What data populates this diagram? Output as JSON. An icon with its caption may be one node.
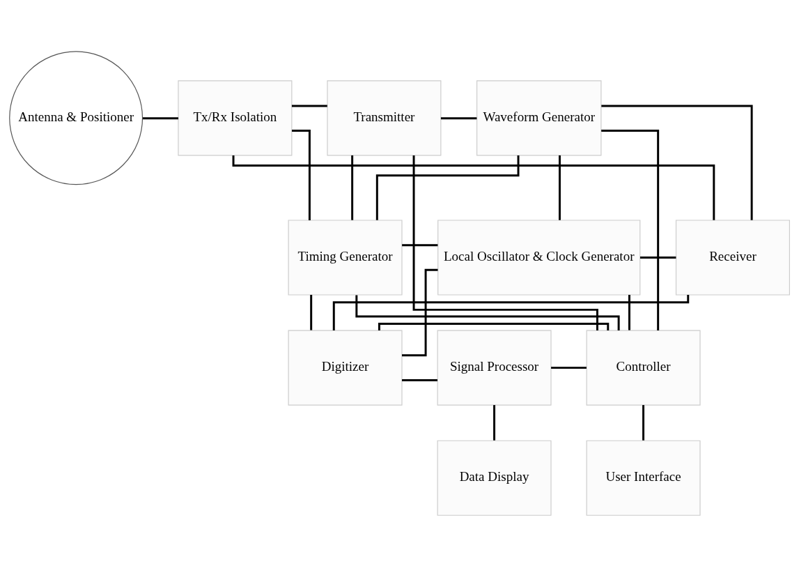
{
  "diagram": {
    "nodes": [
      {
        "text": [
          "Antenna & Positioner"
        ]
      },
      {
        "text": [
          "Tx/Rx Isolation"
        ]
      },
      {
        "text": [
          "Transmitter"
        ]
      },
      {
        "text": [
          "Waveform Generator"
        ]
      },
      {
        "text": [
          "Receiver"
        ]
      },
      {
        "text": [
          "Timing Generator"
        ]
      },
      {
        "text": [
          "Local Oscillator & Clock Generator"
        ]
      },
      {
        "text": [
          "Digitizer"
        ]
      },
      {
        "text": [
          "Signal Processor"
        ]
      },
      {
        "text": [
          "Controller"
        ]
      },
      {
        "text": [
          "Data Display"
        ]
      },
      {
        "text": [
          "User Interface"
        ]
      }
    ],
    "edges": [
      {
        "from": 0,
        "to": 1,
        "arrow": "none"
      },
      {
        "from": 1,
        "to": 2,
        "arrow": "none"
      },
      {
        "from": 2,
        "to": 3,
        "arrow": "none"
      },
      {
        "from": 9,
        "to": 2,
        "arrow": "none"
      },
      {
        "from": 9,
        "to": 3,
        "arrow": "none"
      },
      {
        "from": 1,
        "to": 4,
        "arrow": "none"
      },
      {
        "from": 1,
        "to": 5,
        "arrow": "none"
      },
      {
        "from": 2,
        "to": 5,
        "arrow": "none"
      },
      {
        "from": 3,
        "to": 5,
        "arrow": "none"
      },
      {
        "from": 3,
        "to": 6,
        "arrow": "none"
      },
      {
        "from": 3,
        "to": 4,
        "arrow": "none"
      },
      {
        "from": 5,
        "to": 6,
        "arrow": "none"
      },
      {
        "from": 4,
        "to": 7,
        "arrow": "none"
      },
      {
        "from": 6,
        "to": 4,
        "arrow": "none"
      },
      {
        "from": 6,
        "to": 7,
        "arrow": "none"
      },
      {
        "from": 5,
        "to": 7,
        "arrow": "none"
      },
      {
        "from": 5,
        "to": 9,
        "arrow": "none"
      },
      {
        "from": 6,
        "to": 9,
        "arrow": "none"
      },
      {
        "from": 7,
        "to": 8,
        "arrow": "none"
      },
      {
        "from": 8,
        "to": 9,
        "arrow": "none"
      },
      {
        "from": 7,
        "to": 9,
        "arrow": "none"
      },
      {
        "from": 8,
        "to": 10,
        "arrow": "none"
      },
      {
        "from": 9,
        "to": 11,
        "arrow": "none"
      }
    ]
  }
}
